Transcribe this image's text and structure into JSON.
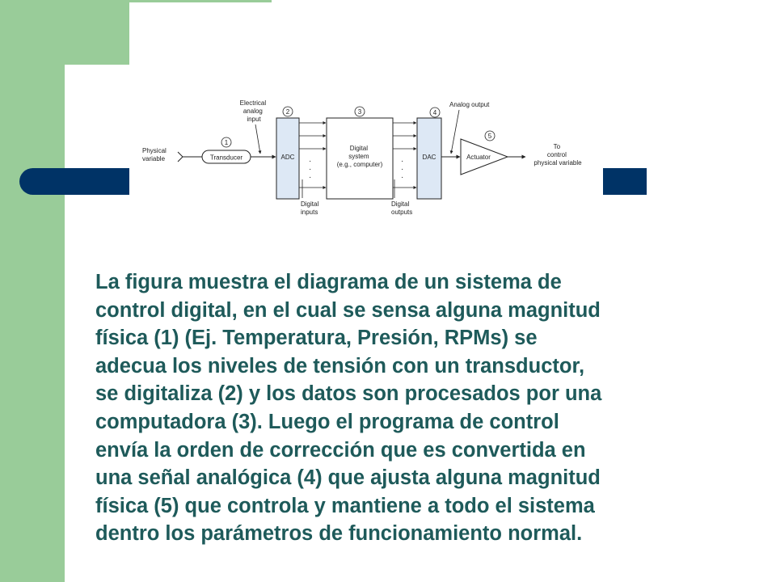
{
  "slide": {
    "colors": {
      "sidebar_green": "#99cc99",
      "navy_bar": "#003366",
      "text_teal": "#1e5a5a",
      "block_fill": "#dde8f5"
    },
    "body_lines": [
      "La figura muestra el diagrama de un sistema de",
      "control digital, en el cual se sensa alguna magnitud",
      "física (1) (Ej. Temperatura, Presión, RPMs) se",
      "adecua los niveles de tensión con un transductor,",
      "se digitaliza (2) y los datos son procesados por una",
      "computadora (3). Luego el programa de control",
      "envía la orden de corrección que es convertida en",
      "una señal analógica (4) que ajusta alguna magnitud",
      "física (5)  que controla y mantiene a todo el sistema",
      "dentro los parámetros de funcionamiento normal."
    ]
  },
  "diagram": {
    "physical_variable": [
      "Physical",
      "variable"
    ],
    "electrical_analog_input": [
      "Electrical",
      "analog",
      "input"
    ],
    "transducer": "Transducer",
    "adc": "ADC",
    "digital_system": [
      "Digital",
      "system",
      "(e.g., computer)"
    ],
    "dac": "DAC",
    "actuator": "Actuator",
    "analog_output": "Analog output",
    "to_control": [
      "To",
      "control",
      "physical variable"
    ],
    "digital_inputs": [
      "Digital",
      "inputs"
    ],
    "digital_outputs": [
      "Digital",
      "outputs"
    ],
    "step_numbers": [
      "1",
      "2",
      "3",
      "4",
      "5"
    ]
  }
}
